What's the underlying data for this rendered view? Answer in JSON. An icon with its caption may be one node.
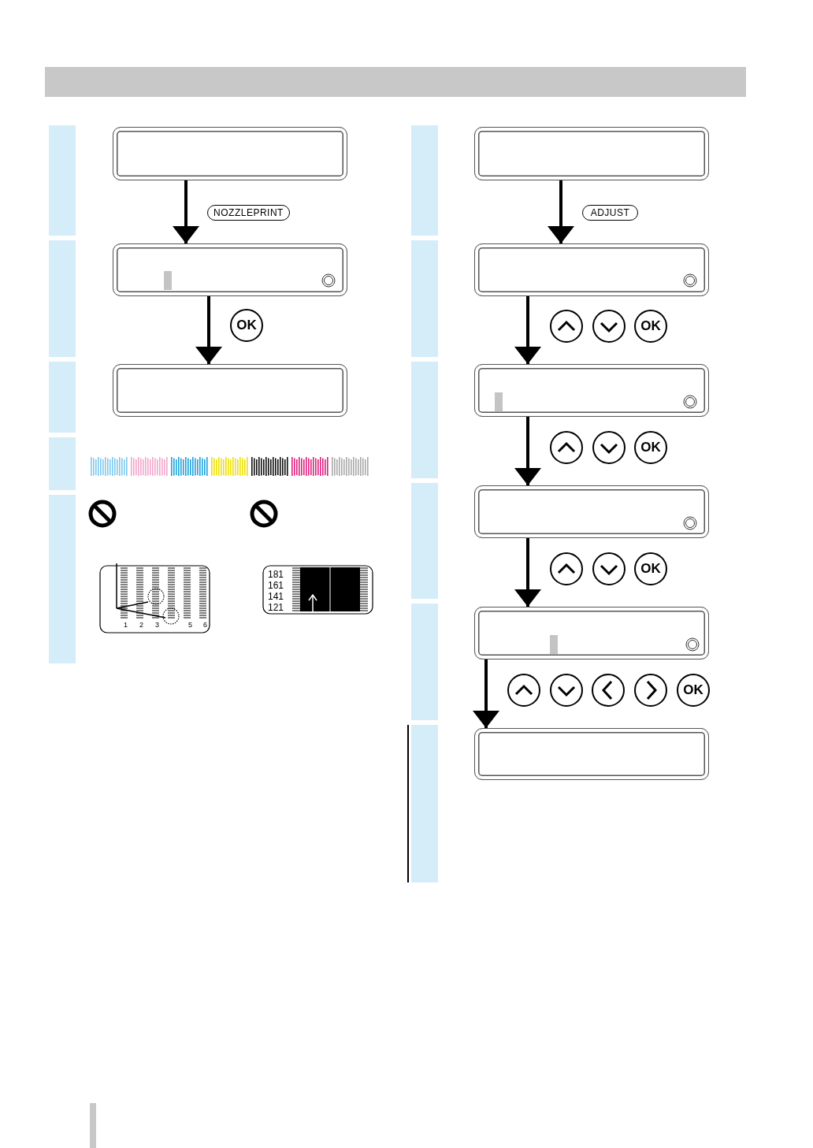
{
  "diagram": {
    "nodes": [
      {
        "text": [],
        "shape": "box"
      },
      {
        "text": [
          "NOZZLEPRINT"
        ]
      },
      {
        "text": [],
        "shape": "box"
      },
      {
        "text": [
          "OK"
        ]
      },
      {
        "text": [],
        "shape": "box"
      },
      {
        "text": [],
        "shape": "box"
      },
      {
        "text": [
          "ADJUST"
        ]
      },
      {
        "text": [],
        "shape": "box"
      },
      {
        "text": [],
        "shape": "circle"
      },
      {
        "text": [],
        "shape": "circle"
      },
      {
        "text": [
          "OK"
        ]
      },
      {
        "text": [],
        "shape": "box"
      },
      {
        "text": [],
        "shape": "circle"
      },
      {
        "text": [],
        "shape": "circle"
      },
      {
        "text": [
          "OK"
        ]
      },
      {
        "text": [],
        "shape": "box"
      },
      {
        "text": [],
        "shape": "circle"
      },
      {
        "text": [],
        "shape": "circle"
      },
      {
        "text": [
          "OK"
        ]
      },
      {
        "text": [],
        "shape": "box"
      },
      {
        "text": [],
        "shape": "circle"
      },
      {
        "text": [],
        "shape": "circle"
      },
      {
        "text": [],
        "shape": "circle"
      },
      {
        "text": [],
        "shape": "circle"
      },
      {
        "text": [
          "OK"
        ]
      },
      {
        "text": [],
        "shape": "box"
      },
      {
        "text": [],
        "shape": "bar"
      },
      {
        "text": [],
        "shape": "bar"
      },
      {
        "text": [],
        "shape": "bar"
      },
      {
        "text": [],
        "shape": "bar"
      },
      {
        "text": [],
        "shape": "bar"
      },
      {
        "text": [],
        "shape": "bar"
      },
      {
        "text": [],
        "shape": "bar"
      },
      {
        "text": [],
        "shape": "bar"
      },
      {
        "text": [],
        "shape": "bar"
      },
      {
        "text": [],
        "shape": "bar"
      },
      {
        "text": [],
        "shape": "bar"
      }
    ],
    "edges": [
      {
        "from": 0,
        "to": 2,
        "arrow": "to"
      },
      {
        "from": 2,
        "to": 4,
        "arrow": "to"
      },
      {
        "from": 5,
        "to": 7,
        "arrow": "to"
      },
      {
        "from": 7,
        "to": 11,
        "arrow": "to"
      },
      {
        "from": 11,
        "to": 15,
        "arrow": "to"
      },
      {
        "from": 15,
        "to": 19,
        "arrow": "to"
      },
      {
        "from": 19,
        "to": 25,
        "arrow": "to"
      }
    ],
    "labels": [
      "1",
      "2",
      "3",
      "5",
      "6",
      "181",
      "161",
      "141",
      "121"
    ]
  }
}
